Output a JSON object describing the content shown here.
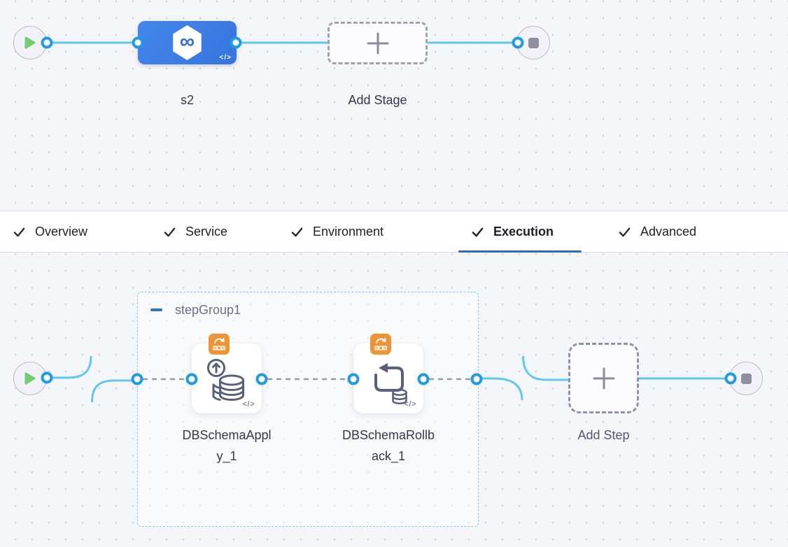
{
  "stage_graph": {
    "stages": [
      {
        "name": "s2"
      }
    ],
    "add_stage_label": "Add Stage"
  },
  "tabs": {
    "items": [
      {
        "label": "Overview",
        "checked": true,
        "active": false
      },
      {
        "label": "Service",
        "checked": true,
        "active": false
      },
      {
        "label": "Environment",
        "checked": true,
        "active": false
      },
      {
        "label": "Execution",
        "checked": true,
        "active": true
      },
      {
        "label": "Advanced",
        "checked": true,
        "active": false
      }
    ]
  },
  "execution": {
    "step_group_label": "stepGroup1",
    "steps": [
      {
        "name": "DBSchemaApply_1"
      },
      {
        "name": "DBSchemaRollback_1"
      }
    ],
    "add_step_label": "Add Step"
  },
  "icons": {
    "code_badge": "</>",
    "infinity": "∞",
    "check": "check-mark",
    "plus": "plus",
    "play": "play-triangle",
    "stop": "stop-square",
    "collapse": "minus"
  },
  "colors": {
    "connector_blue": "#5ec7f3",
    "port_blue": "#219ae6",
    "stage_blue": "#3b7de4",
    "active_tab_underline": "#2a6ac8",
    "template_badge_orange": "#ef9434",
    "step_group_border": "#7cc9ec",
    "play_green": "#72cc72"
  }
}
